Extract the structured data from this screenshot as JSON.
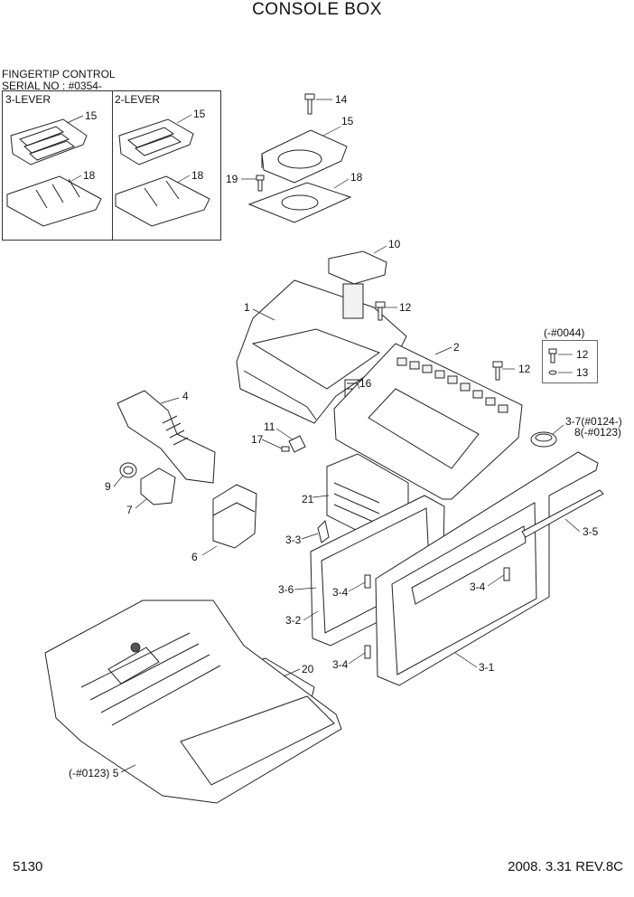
{
  "title": "CONSOLE BOX",
  "inset": {
    "heading_line1": "FINGERTIP CONTROL",
    "heading_line2": "SERIAL NO : #0354-",
    "left_label": "3-LEVER",
    "right_label": "2-LEVER"
  },
  "note_box_label": "(-#0044)",
  "callouts": {
    "c14": "14",
    "c15a": "15",
    "c19": "19",
    "c18a": "18",
    "c10": "10",
    "c1": "1",
    "c12a": "12",
    "c2": "2",
    "c12b": "12",
    "c12c": "12",
    "c13": "13",
    "c4": "4",
    "c16": "16",
    "c11": "11",
    "c17": "17",
    "c37": "3-7(#0124-)",
    "c8": "8(-#0123)",
    "c9": "9",
    "c7": "7",
    "c21": "21",
    "c6": "6",
    "c33": "3-3",
    "c35": "3-5",
    "c36": "3-6",
    "c34a": "3-4",
    "c34b": "3-4",
    "c32": "3-2",
    "c34c": "3-4",
    "c31": "3-1",
    "c20": "20",
    "c5": "(-#0123) 5",
    "i15a": "15",
    "i18a": "18",
    "i15b": "15",
    "i18b": "18"
  },
  "footer": {
    "page_number": "5130",
    "revision": "2008. 3.31  REV.8C"
  }
}
